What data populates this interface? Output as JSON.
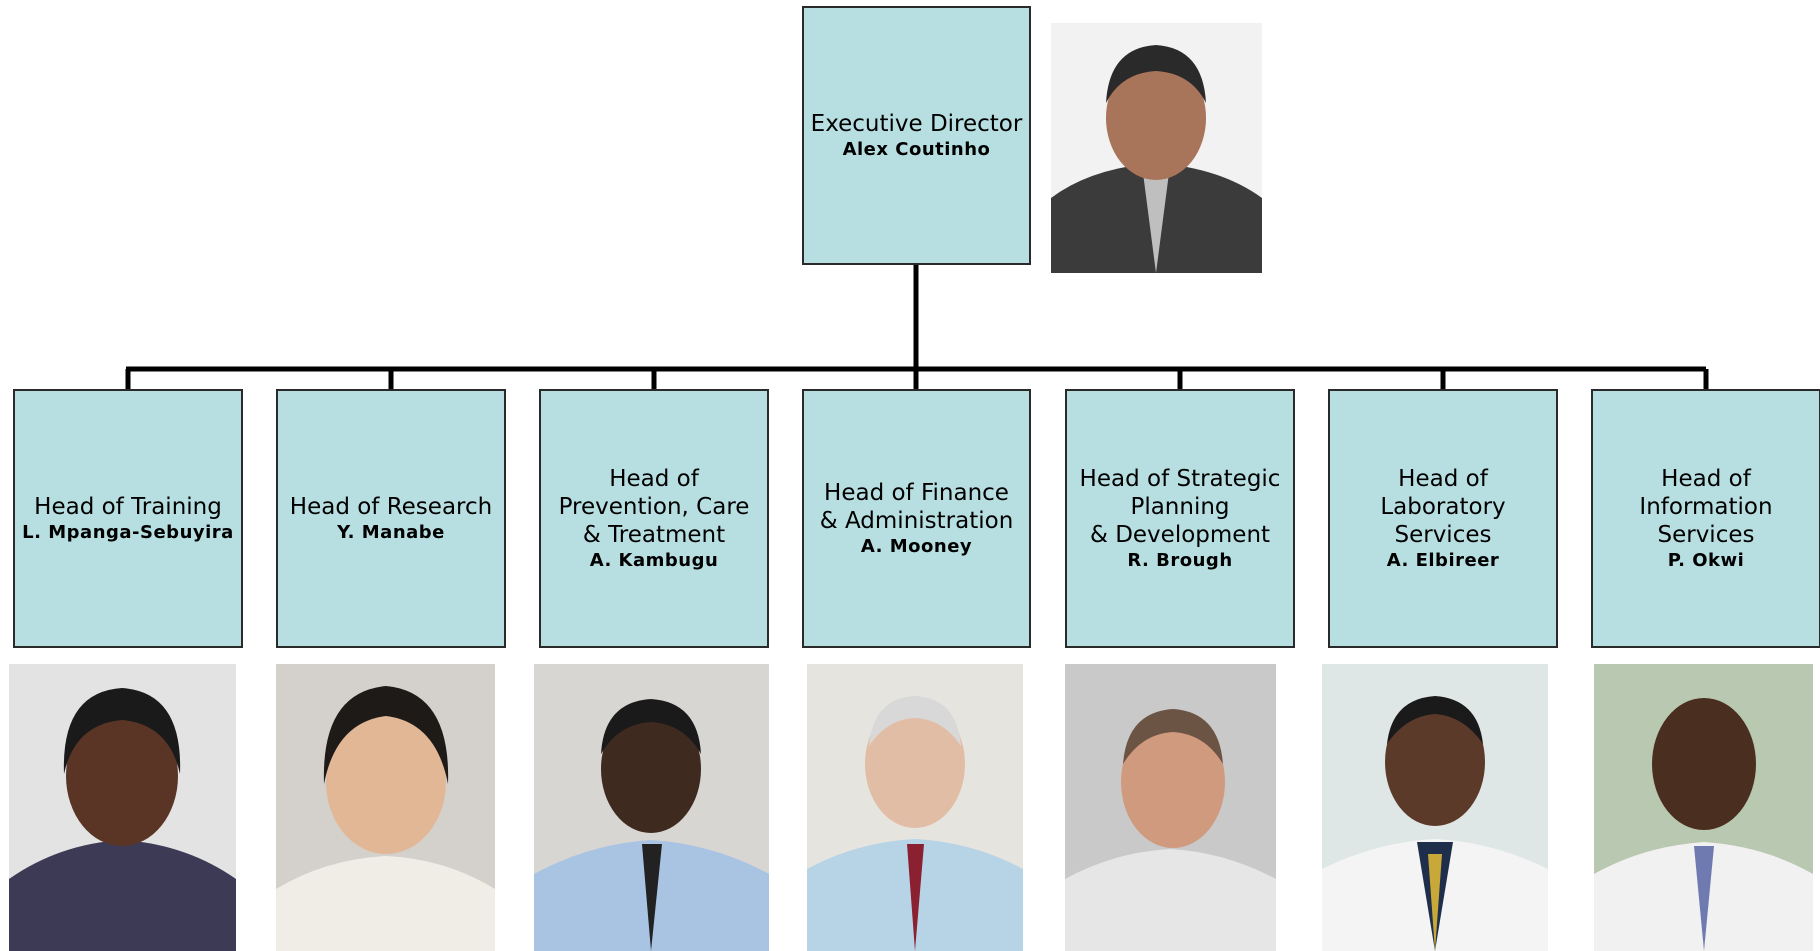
{
  "director": {
    "title": "Executive Director",
    "name": "Alex Coutinho",
    "photo": "portrait-photo"
  },
  "heads": [
    {
      "title": "Head of Training",
      "name": "L. Mpanga-Sebuyira",
      "photo": "portrait-photo"
    },
    {
      "title": "Head of Research",
      "name": "Y. Manabe",
      "photo": "portrait-photo"
    },
    {
      "title": "Head of\nPrevention, Care\n& Treatment",
      "name": "A. Kambugu",
      "photo": "portrait-photo"
    },
    {
      "title": "Head of Finance\n& Administration",
      "name": "A. Mooney",
      "photo": "portrait-photo"
    },
    {
      "title": "Head of Strategic\nPlanning\n& Development",
      "name": "R. Brough",
      "photo": "portrait-photo"
    },
    {
      "title": "Head of\nLaboratory\nServices",
      "name": "A. Elbireer",
      "photo": "portrait-photo"
    },
    {
      "title": "Head of\nInformation\nServices",
      "name": "P. Okwi",
      "photo": "portrait-photo"
    }
  ],
  "colors": {
    "box_fill": "#b7dfe1",
    "line": "#000000"
  }
}
